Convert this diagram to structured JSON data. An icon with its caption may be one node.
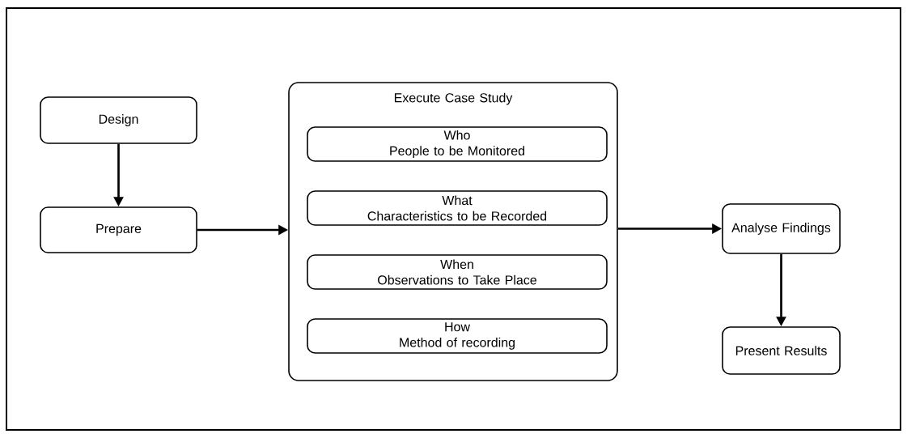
{
  "diagram": {
    "nodes": [
      {
        "text": [
          "Design"
        ]
      },
      {
        "text": [
          "Prepare"
        ]
      },
      {
        "text": [
          "Execute Case Study"
        ]
      },
      {
        "text": [
          "Who",
          "People to be Monitored"
        ],
        "in": 2
      },
      {
        "text": [
          "What",
          "Characteristics to be Recorded"
        ],
        "in": 2
      },
      {
        "text": [
          "When",
          "Observations to Take Place"
        ],
        "in": 2
      },
      {
        "text": [
          "How",
          "Method of recording"
        ],
        "in": 2
      },
      {
        "text": [
          "Analyse Findings"
        ]
      },
      {
        "text": [
          "Present Results"
        ]
      }
    ],
    "edges": [
      {
        "from": 0,
        "to": 1,
        "arrow": "to"
      },
      {
        "from": 1,
        "to": 2,
        "arrow": "to"
      },
      {
        "from": 2,
        "to": 7,
        "arrow": "to"
      },
      {
        "from": 7,
        "to": 8,
        "arrow": "to"
      }
    ]
  }
}
